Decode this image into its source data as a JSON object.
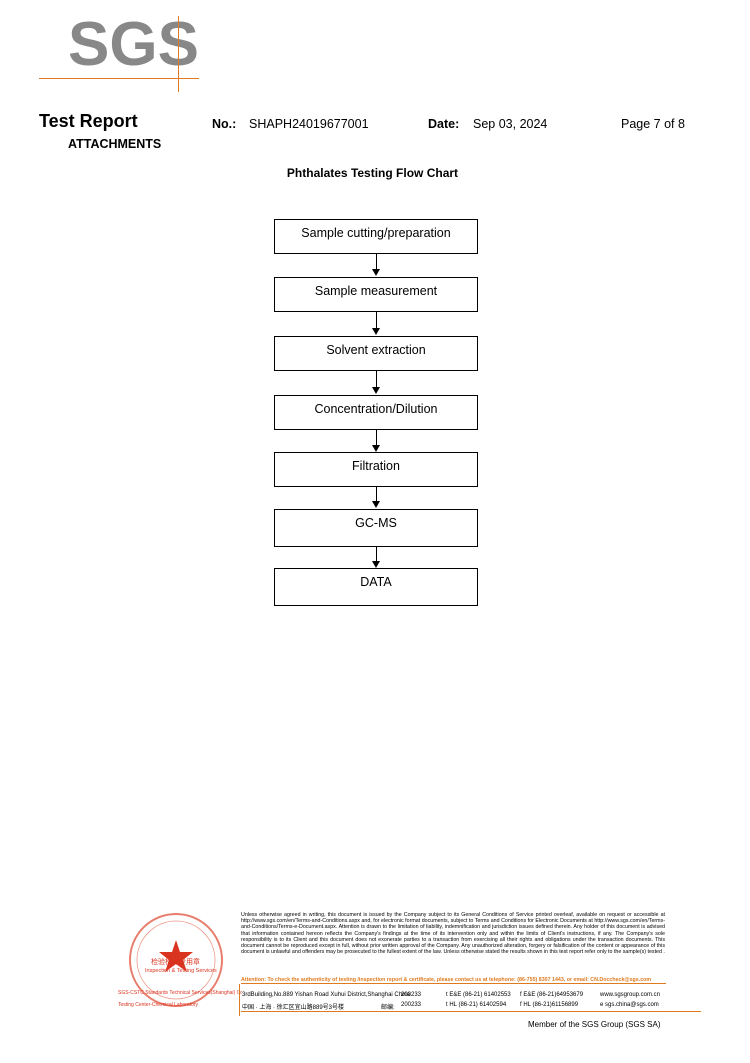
{
  "logo": {
    "text": "SGS",
    "brand_color": "#888888",
    "accent_color": "#e07a1e"
  },
  "header": {
    "title": "Test Report",
    "subtitle": "ATTACHMENTS",
    "no_label": "No.:",
    "no_value": "SHAPH24019677001",
    "date_label": "Date:",
    "date_value": "Sep 03, 2024",
    "page": "Page 7 of 8"
  },
  "chart": {
    "title": "Phthalates Testing Flow Chart",
    "steps": [
      "Sample cutting/preparation",
      "Sample measurement",
      "Solvent extraction",
      "Concentration/Dilution",
      "Filtration",
      "GC-MS",
      "DATA"
    ]
  },
  "footer": {
    "disclaimer": "Unless otherwise agreed in writing, this document is issued by the Company subject to its General Conditions of Service printed overleaf, available on request or accessible at http://www.sgs.com/en/Terms-and-Conditions.aspx and, for electronic format documents, subject to Terms and Conditions for Electronic Documents at http://www.sgs.com/en/Terms-and-Conditions/Terms-e-Document.aspx. Attention is drawn to the limitation of liability, indemnification and jurisdiction issues defined therein. Any holder of this document is advised that information contained hereon reflects the Company's findings at the time of its intervention only and within the limits of Client's instructions, if any. The Company's sole responsibility is to its Client and this document does not exonerate parties to a transaction from exercising all their rights and obligations under the transaction documents. This document cannot be reproduced except in full, without prior written approval of the Company. Any unauthorized alteration, forgery or falsification of the content or appearance of this document is unlawful and offenders may be prosecuted to the fullest extent of the law. Unless otherwise stated the results shown in this test report refer only to the sample(s) tested .",
    "attention": "Attention: To check the authenticity of testing /inspection report & certificate, please contact us at telephone: (86-755) 8307 1443, or email: CN.Doccheck@sgs.com",
    "address_en": "3rdBuilding,No.889 Yishan Road Xuhui District,Shanghai China",
    "postcode_en": "200233",
    "tel_en": "t E&E (86-21) 61402553",
    "fax_en": "f E&E (86-21)64953679",
    "web": "www.sgsgroup.com.cn",
    "address_cn": "中国 · 上海 · 徐汇区宜山路889号3号楼",
    "postcode_cn_label": "邮编:",
    "postcode_cn": "200233",
    "tel_cn": "t HL (86-21) 61402594",
    "fax_cn": "f HL (86-21)61156899",
    "email": "e  sgs.china@sgs.com",
    "member": "Member of the SGS Group (SGS SA)",
    "seal_text_1": "检验检测专用章",
    "seal_text_2": "Inspection & Testing Services",
    "seal_left_1": "SGS-CSTC Standards Technical Services(Shanghai) Co.,Ltd.",
    "seal_left_2": "Testing Center-Chemical Laboratory"
  }
}
